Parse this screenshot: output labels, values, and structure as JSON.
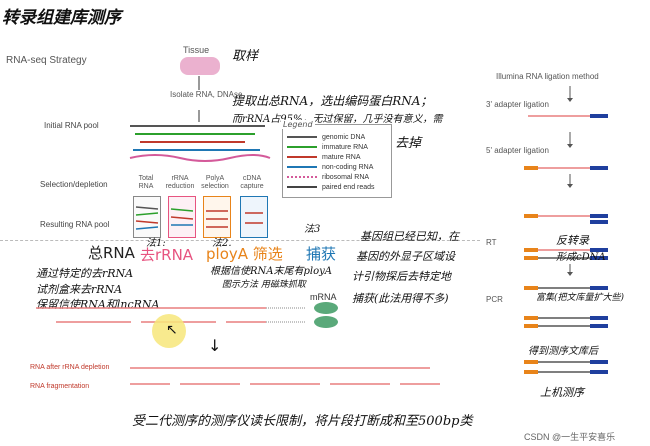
{
  "title_hand": "转录组建库测序",
  "strategy_title": "RNA-seq Strategy",
  "tissue": "Tissue",
  "tissue_note": "取样",
  "isolate": "Isolate RNA, DNAse",
  "initial_pool": "Initial RNA pool",
  "extract_note_1": "提取出总RNA，选出编码蛋白RNA；",
  "extract_note_2": "而rRNA占95%，无过保留，几乎没有意义，需",
  "remove_note": "去掉",
  "legend": {
    "title": "Legend",
    "items": [
      {
        "label": "genomic DNA",
        "color": "#555555"
      },
      {
        "label": "immature RNA",
        "color": "#2ca02c"
      },
      {
        "label": "mature RNA",
        "color": "#c0392b"
      },
      {
        "label": "non-coding RNA",
        "color": "#1f77b4"
      },
      {
        "label": "ribosomal RNA",
        "color": "#d45a9a"
      },
      {
        "label": "paired end reads",
        "color": "#444444"
      }
    ]
  },
  "selection_label": "Selection/depletion",
  "methods": [
    "Total RNA",
    "rRNA reduction",
    "PolyA selection",
    "cDNA capture"
  ],
  "resulting_pool": "Resulting RNA pool",
  "method_labels": {
    "total": "总RNA",
    "method1": "法1:",
    "rrna": "去rRNA",
    "method2": "法2.",
    "polya": "ployA 筛选",
    "method3": "法3",
    "capture": "捕获"
  },
  "left_notes": [
    "通过特定的去rRNA",
    "试剂盒来去rRNA",
    "保留信使RNA和lncRNA"
  ],
  "polya_notes": [
    "根据信使RNA末尾有ployA",
    "图示方法 用磁珠抓取"
  ],
  "mrna_label": "mRNA",
  "capture_notes": [
    "基因组已经已知，在",
    "基因的外显子区域设",
    "计引物探后去特定地",
    "捕获(此法用得不多)"
  ],
  "rrna_depletion_label": "RNA after rRNA depletion",
  "rna_fragmentation_label": "RNA fragmentation",
  "bottom_note": "受二代测序的测序仪读长限制，将片段打断成和至500bp类",
  "illumina_title": "Illumina RNA ligation method",
  "adapter3": "3' adapter ligation",
  "adapter5": "5' adapter ligation",
  "rt_label": "RT",
  "pcr_label": "PCR",
  "rt_note_1": "反转录",
  "rt_note_2": "形成cDNA",
  "pcr_note": "富集(把文库量扩大些)",
  "lib_note": "得到测序文库后",
  "seq_note": "上机测序",
  "watermark": "CSDN @一生平安喜乐",
  "colors": {
    "pink": "#e75480",
    "orange": "#e8841a",
    "blue": "#1f77b4",
    "navy": "#1f3f9e",
    "bead": "#5aa97a",
    "highlight": "#f7e67a"
  }
}
